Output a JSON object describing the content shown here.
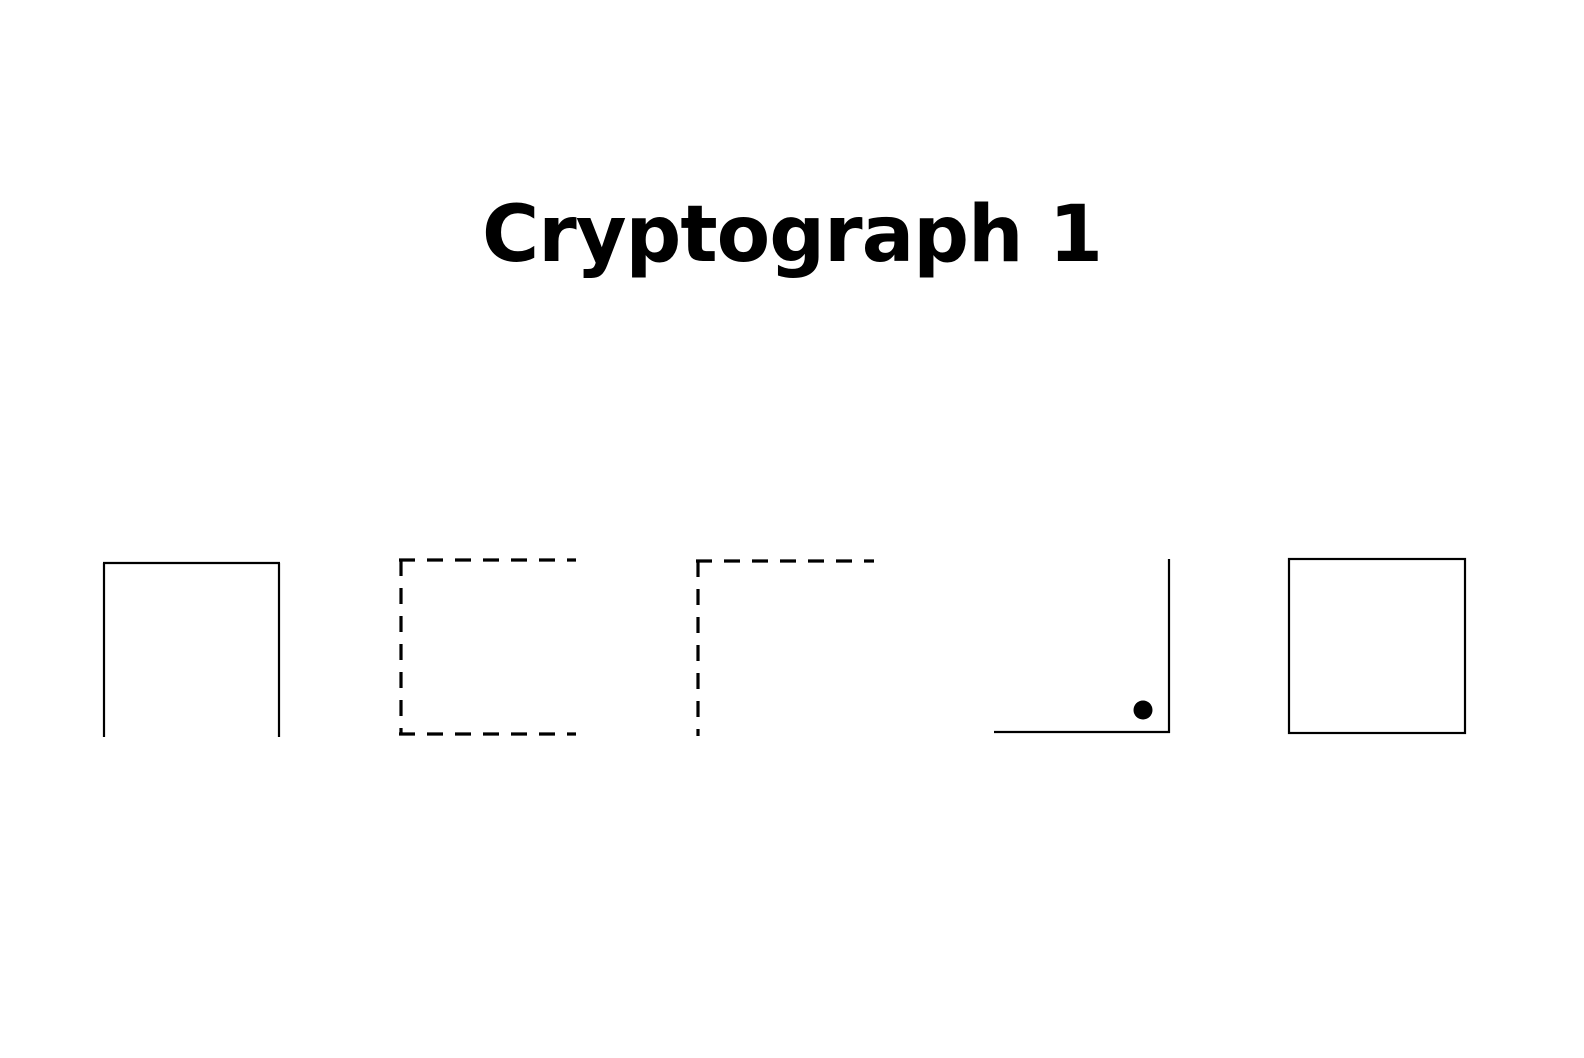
{
  "title": "Cryptograph 1",
  "colors": {
    "ink": "#000000",
    "background": "#ffffff"
  },
  "symbols": [
    {
      "id": "symbol-1",
      "shape": "open-bottom-box",
      "line_style": "solid",
      "dot": false
    },
    {
      "id": "symbol-2",
      "shape": "box-open-right",
      "line_style": "dashed",
      "dot": false
    },
    {
      "id": "symbol-3",
      "shape": "top-left-corner",
      "line_style": "dashed",
      "dot": false
    },
    {
      "id": "symbol-4",
      "shape": "bottom-right-corner",
      "line_style": "solid",
      "dot": true
    },
    {
      "id": "symbol-5",
      "shape": "full-box",
      "line_style": "solid",
      "dot": false
    }
  ]
}
